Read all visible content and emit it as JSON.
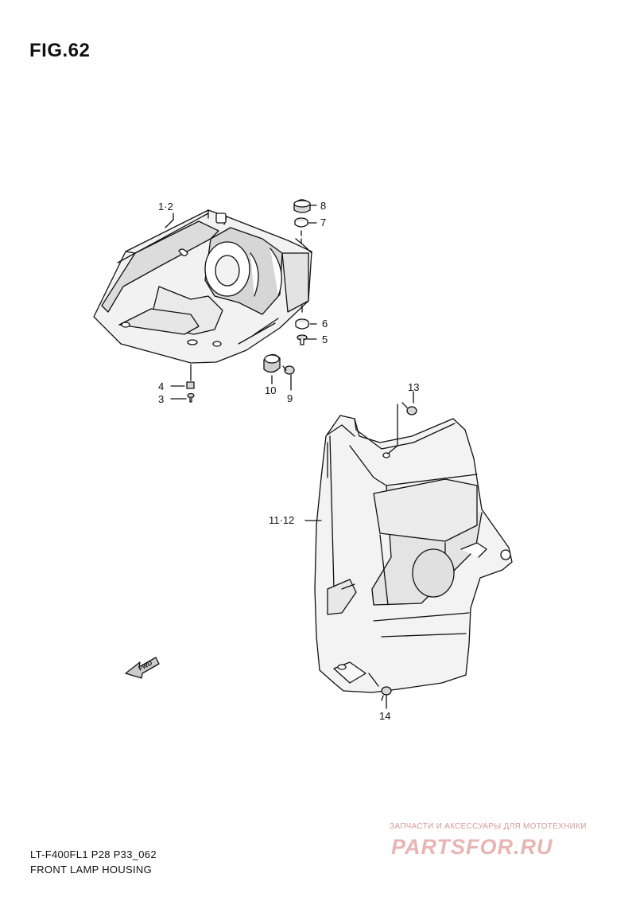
{
  "figure": {
    "title": "FIG.62"
  },
  "callouts": {
    "p1_2": "1·2",
    "p3": "3",
    "p4": "4",
    "p5": "5",
    "p6": "6",
    "p7": "7",
    "p8": "8",
    "p9": "9",
    "p10": "10",
    "p11_12": "11·12",
    "p13": "13",
    "p14": "14"
  },
  "fwd_label": "FWD",
  "footer": {
    "model_code": "LT-F400FL1 P28 P33_062",
    "section_name": "FRONT LAMP HOUSING"
  },
  "watermark": {
    "tagline": "ЗАПЧАСТИ И АКСЕССУАРЫ ДЛЯ МОТОТЕХНИКИ",
    "logo": "PARTSFOR.RU"
  }
}
